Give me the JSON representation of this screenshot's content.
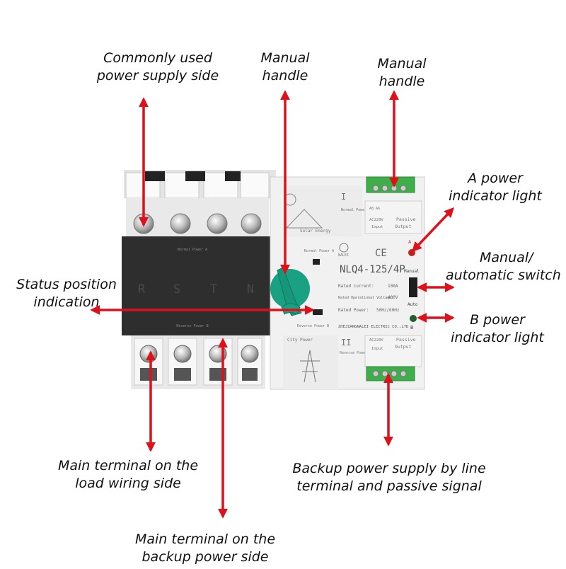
{
  "callouts": {
    "common_supply": [
      "Commonly used",
      "power supply side"
    ],
    "manual_handle_1": [
      "Manual",
      "handle"
    ],
    "manual_handle_2": [
      "Manual",
      "handle"
    ],
    "a_power": [
      "A power",
      "indicator light"
    ],
    "switch": [
      "Manual/",
      "automatic switch"
    ],
    "status": [
      "Status position",
      "indication"
    ],
    "b_power": [
      "B power",
      "indicator light"
    ],
    "load_terminal": [
      "Main terminal on the",
      "load wiring side"
    ],
    "backup_signal": [
      "Backup power supply by line",
      "terminal and passive signal"
    ],
    "backup_terminal": [
      "Main terminal on the",
      "backup power side"
    ]
  },
  "device": {
    "phase_letters": [
      "R",
      "S",
      "T",
      "N"
    ],
    "normal_power_a": "Normal Power A",
    "reverse_power_b": "Reverse Power B",
    "solar_energy": "Solar Energy",
    "city_power": "City Power",
    "roman_1": "I",
    "roman_2": "II",
    "ac220v": "AC220V",
    "input": "Input",
    "passive": "Passive",
    "output": "Output",
    "brand": "NALEI",
    "ce": "CE",
    "model": "NLQ4-125/4P",
    "rated_current_label": "Rated current:",
    "rated_current_value": "100A",
    "rated_voltage_label": "Rated Operational Voltage:",
    "rated_voltage_value": "400V",
    "rated_power_label": "Rated Power:",
    "rated_power_value": "50Hz/60Hz",
    "maker": "ZHEJIANGNALEI ELECTRIC CO.,LTD",
    "manual": "Manual",
    "auto": "Auto",
    "led_a": "A",
    "led_b": "B"
  },
  "colors": {
    "arrow": "#e0101a",
    "handle": "#1aa083",
    "black_panel": "#2e2e2e",
    "body": "#f1f1f1"
  }
}
